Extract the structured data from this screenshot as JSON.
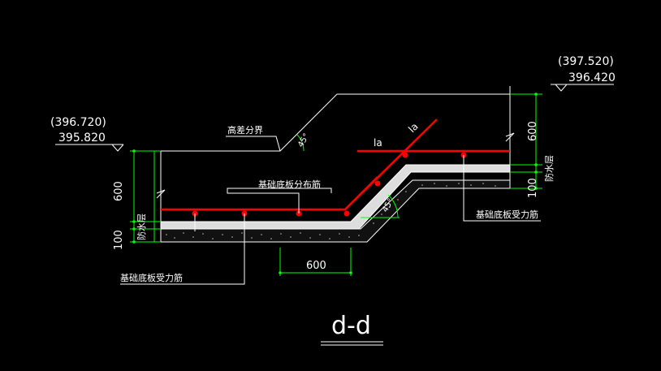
{
  "drawing": {
    "title": "d-d",
    "left_level": {
      "paren": "(396.720)",
      "value": "395.820"
    },
    "right_level": {
      "paren": "(397.520)",
      "value": "396.420"
    },
    "label_height_boundary": "高差分界",
    "label_distribution_bar": "基础底板分布筋",
    "label_main_bar_left": "基础底板受力筋",
    "label_main_bar_right": "基础底板受力筋",
    "waterproof_left": "防水层",
    "waterproof_right": "防水层",
    "dim_left_600": "600",
    "dim_left_100": "100",
    "dim_right_600": "600",
    "dim_right_100": "100",
    "dim_bottom_600": "600",
    "angle_top": "45°",
    "angle_mid": "45°",
    "la_horizontal": "la",
    "la_diagonal": "la"
  },
  "colors": {
    "rebar": "#ff0000",
    "dimension": "#00ff00",
    "line": "#ffffff"
  }
}
